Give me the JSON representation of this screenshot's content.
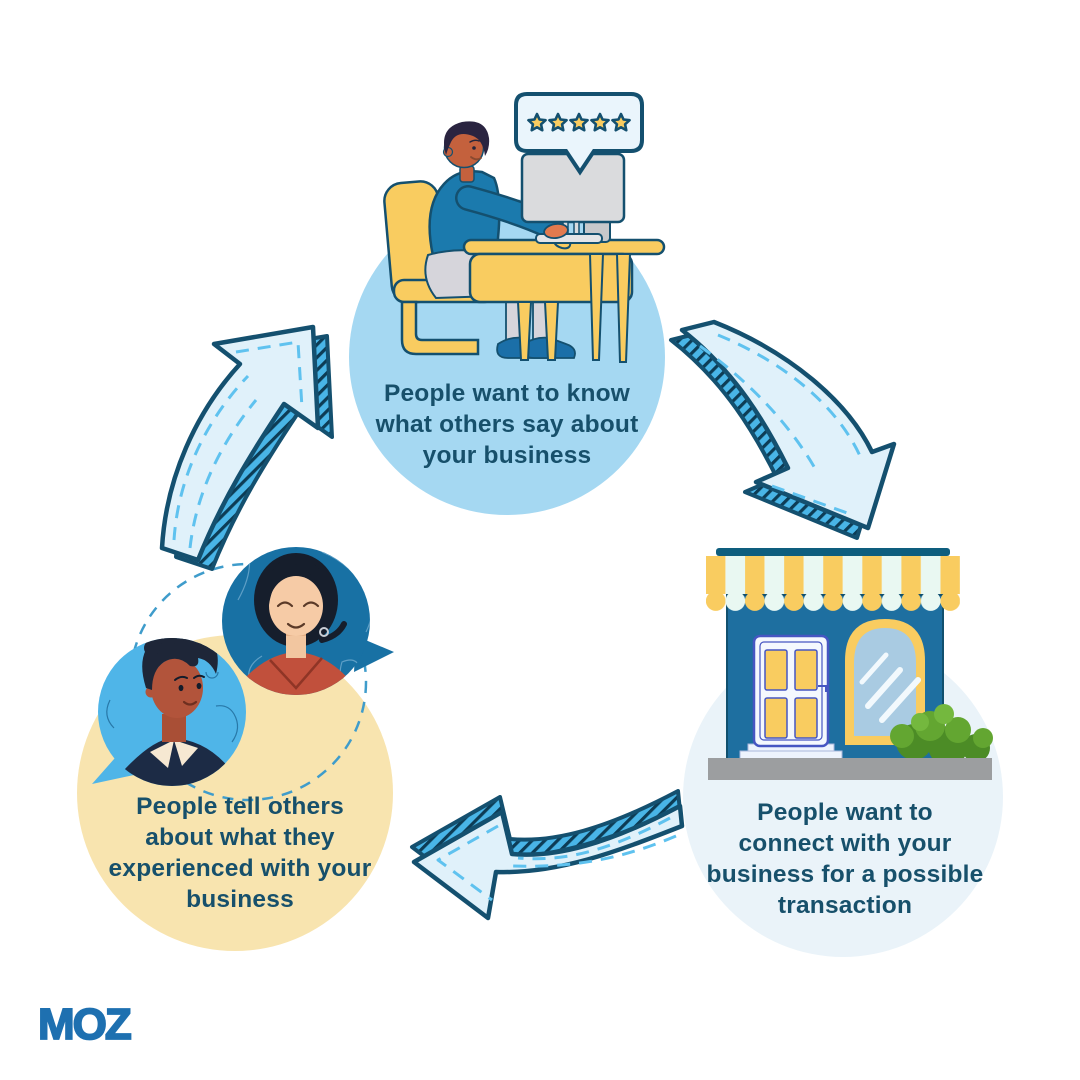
{
  "page": {
    "background": "#FFFFFF"
  },
  "logo": {
    "text": "MOZ",
    "color": "#1E70B0"
  },
  "diagram": {
    "type": "cycle",
    "direction": "clockwise",
    "text_color": "#17506B",
    "arrow_face_color": "#E0F1FA",
    "arrow_side_color": "#49B5E7",
    "arrow_outline_color": "#14506F",
    "review_stars_count": 5,
    "nodes": [
      {
        "id": "know",
        "illustration": "person-reading-reviews-at-computer",
        "circle_color": "#A5D8F2",
        "lines": [
          "People want to know",
          "what others say about",
          "your business"
        ]
      },
      {
        "id": "connect",
        "illustration": "storefront",
        "circle_color": "#EAF3F9",
        "lines": [
          "People want to",
          "connect with your",
          "business for a possible",
          "transaction"
        ]
      },
      {
        "id": "tell",
        "illustration": "two-people-talking-speech-bubbles",
        "circle_color": "#F8E4AF",
        "lines": [
          "People tell others",
          "about what they",
          "experienced with your",
          "business"
        ]
      }
    ]
  }
}
